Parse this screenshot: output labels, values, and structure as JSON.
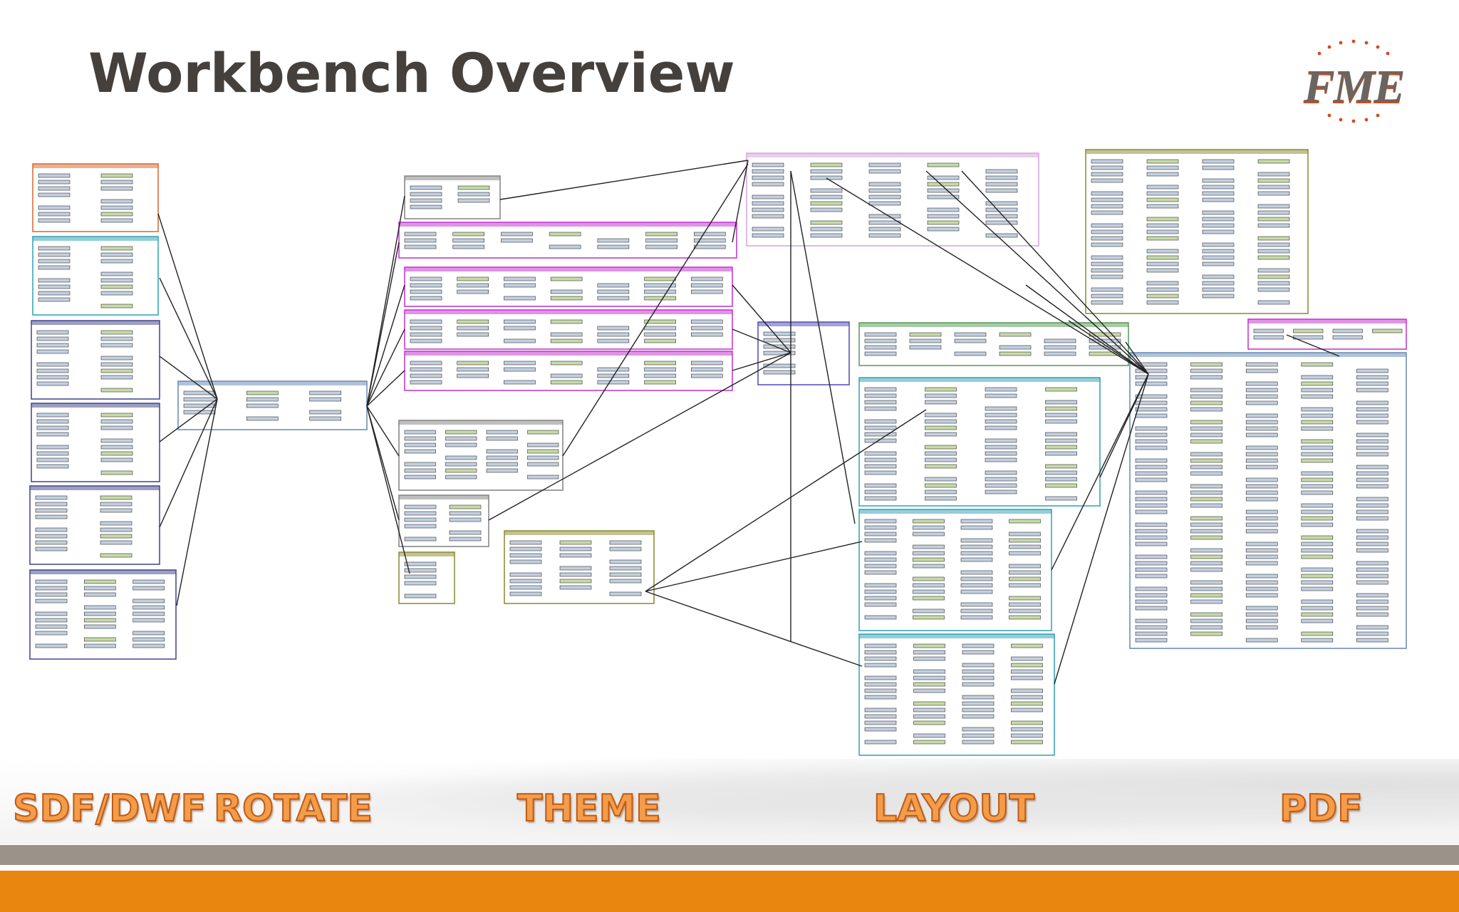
{
  "slide": {
    "title": "Workbench Overview",
    "logo_text": "FME",
    "stages": [
      "SDF/DWF",
      "ROTATE",
      "THEME",
      "LAYOUT",
      "PDF"
    ]
  },
  "colors": {
    "title": "#45403c",
    "stage_fill": "#f39c4a",
    "stage_outline": "#c05a14",
    "footer_gray": "#9b928a",
    "footer_orange": "#e8870f",
    "logo_gray": "#6b6562",
    "logo_red": "#d14b1e"
  },
  "diagram": {
    "bookmark_colors": {
      "orange": "#d9703a",
      "teal": "#3aa6b8",
      "navy": "#4a4f8f",
      "steel": "#6f8fb5",
      "magenta": "#c43ccf",
      "pink": "#d8a6e0",
      "olive": "#8f8f3a",
      "green": "#5f9f5f",
      "violet": "#5a55b8",
      "gray": "#888888"
    }
  }
}
